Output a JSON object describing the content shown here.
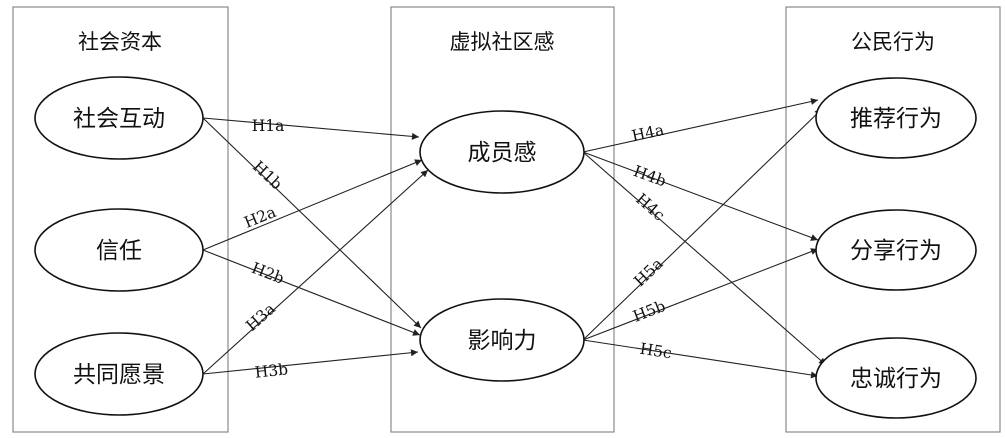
{
  "groups": {
    "social_capital": {
      "title": "社会资本"
    },
    "virtual_community": {
      "title": "虚拟社区感"
    },
    "citizenship": {
      "title": "公民行为"
    }
  },
  "nodes": {
    "interaction": "社会互动",
    "trust": "信任",
    "vision": "共同愿景",
    "membership": "成员感",
    "influence": "影响力",
    "recommend": "推荐行为",
    "share": "分享行为",
    "loyalty": "忠诚行为"
  },
  "edges": {
    "H1a": "H1a",
    "H1b": "H1b",
    "H2a": "H2a",
    "H2b": "H2b",
    "H3a": "H3a",
    "H3b": "H3b",
    "H4a": "H4a",
    "H4b": "H4b",
    "H4c": "H4c",
    "H5a": "H5a",
    "H5b": "H5b",
    "H5c": "H5c"
  }
}
